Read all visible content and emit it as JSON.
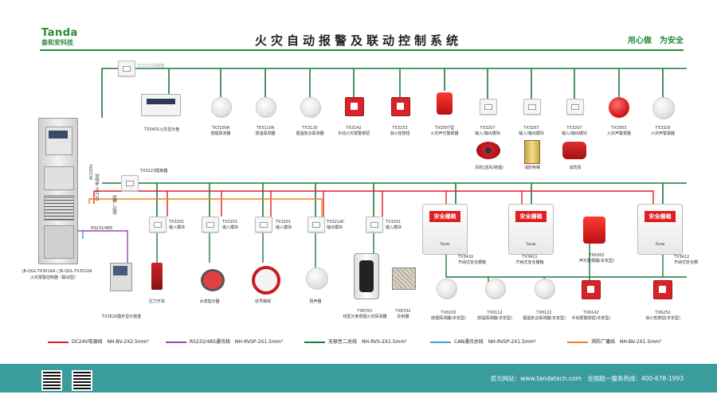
{
  "header": {
    "logo_en": "Tanda",
    "logo_cn": "泰和安科技",
    "title": "火灾自动报警及联动控制系统",
    "slogan": "用心做　为安全"
  },
  "colors": {
    "dc24v": "#e02020",
    "rs232": "#9b45b5",
    "bus": "#1a7a3a",
    "can": "#3aa0e0",
    "broadcast": "#f08020",
    "brand": "#2a8a3a",
    "footer": "#3a9c9c"
  },
  "top_bus": {
    "isolator": "TX3223隔离器",
    "devices": [
      {
        "model": "TX3401火灾显示盘",
        "desc": ""
      },
      {
        "model": "TX3100A",
        "desc": "感烟探测器"
      },
      {
        "model": "TX3110A",
        "desc": "感温探测器"
      },
      {
        "model": "TX3120",
        "desc": "烟温复合探测器"
      },
      {
        "model": "TX3142",
        "desc": "手动火灾报警按钮"
      },
      {
        "model": "TX3153",
        "desc": "消火栓按钮"
      },
      {
        "model": "TX3307型",
        "desc": "火灾声光警报器"
      },
      {
        "model": "TX3207",
        "desc": "输入/输出模块"
      },
      {
        "model": "TX3207",
        "desc": "输入/输出模块"
      },
      {
        "model": "TX3207",
        "desc": "输入/输出模块"
      },
      {
        "model": "TX3303",
        "desc": "火灾声警报器"
      },
      {
        "model": "TX3320",
        "desc": "火灾声警报器"
      }
    ],
    "linked": [
      "风机(送风/排烟)",
      "消防电梯",
      "消防泵"
    ]
  },
  "mid_bus": {
    "isolator": "TX3223隔离器",
    "side_labels": [
      "AC220V",
      "DC24V 电源线",
      "消防广播线",
      "RS232/485"
    ],
    "modules": [
      {
        "model": "TX3201",
        "desc": "输入模块",
        "device": "压力开关"
      },
      {
        "model": "TX3201",
        "desc": "输入模块",
        "device": "水流指示器"
      },
      {
        "model": "TX3201",
        "desc": "输入模块",
        "device": "信号蝶阀"
      },
      {
        "model": "TX3214C",
        "desc": "输出模块",
        "device": "扬声器"
      },
      {
        "model": "TX3201",
        "desc": "输入模块",
        "device": ""
      }
    ],
    "beam": [
      {
        "model": "TX6701",
        "desc": "线型光束感烟火灾探测器"
      },
      {
        "model": "TX6702",
        "desc": "反射器"
      }
    ]
  },
  "panel": {
    "caption1": "JB-QGL-TX3016A / JB-QGL-TX3032A",
    "caption2": "火灾报警控制器（联动型）",
    "graphic": "TX3820图形显示装置"
  },
  "can_bus": {
    "cabinet_label": "安全栅箱",
    "cabinet_brand": "Tanda",
    "cabinets": [
      {
        "model": "TX3410",
        "desc": "齐纳式安全栅箱"
      },
      {
        "model": "TX3411",
        "desc": "齐纳式安全栅箱"
      },
      {
        "model": "TX3412",
        "desc": "齐纳式安全栅"
      }
    ],
    "devices": [
      {
        "model": "TX6102",
        "desc": "感烟探测器(本安型)"
      },
      {
        "model": "TX6112",
        "desc": "感温探测器(本安型)"
      },
      {
        "model": "TX6122",
        "desc": "烟温复合探测器(本安型)"
      },
      {
        "model": "TX6142",
        "desc": "手动报警按钮(本安型)"
      },
      {
        "model": "TX6302",
        "desc": "声光警报器(本安型)"
      },
      {
        "model": "TX6252",
        "desc": "消火栓按钮(本安型)"
      }
    ]
  },
  "legend": [
    {
      "label": "DC24V电源线",
      "spec": "NH-BV-2X2.5mm²",
      "color": "#e02020"
    },
    {
      "label": "RS232/485通讯线",
      "spec": "NH-RVSP-2X1.5mm²",
      "color": "#9b45b5"
    },
    {
      "label": "无极性二总线",
      "spec": "NH-RVS-2X1.5mm²",
      "color": "#1a7a3a"
    },
    {
      "label": "CAN通讯总线",
      "spec": "NH-RVSP-2X1.5mm²",
      "color": "#3aa0e0"
    },
    {
      "label": "消防广播线",
      "spec": "NH-BV-2X1.5mm²",
      "color": "#f08020"
    }
  ],
  "footer": {
    "website": "官方网站：www.tandatech.com",
    "hotline": "全国统一服务热线：400-678-1993"
  }
}
